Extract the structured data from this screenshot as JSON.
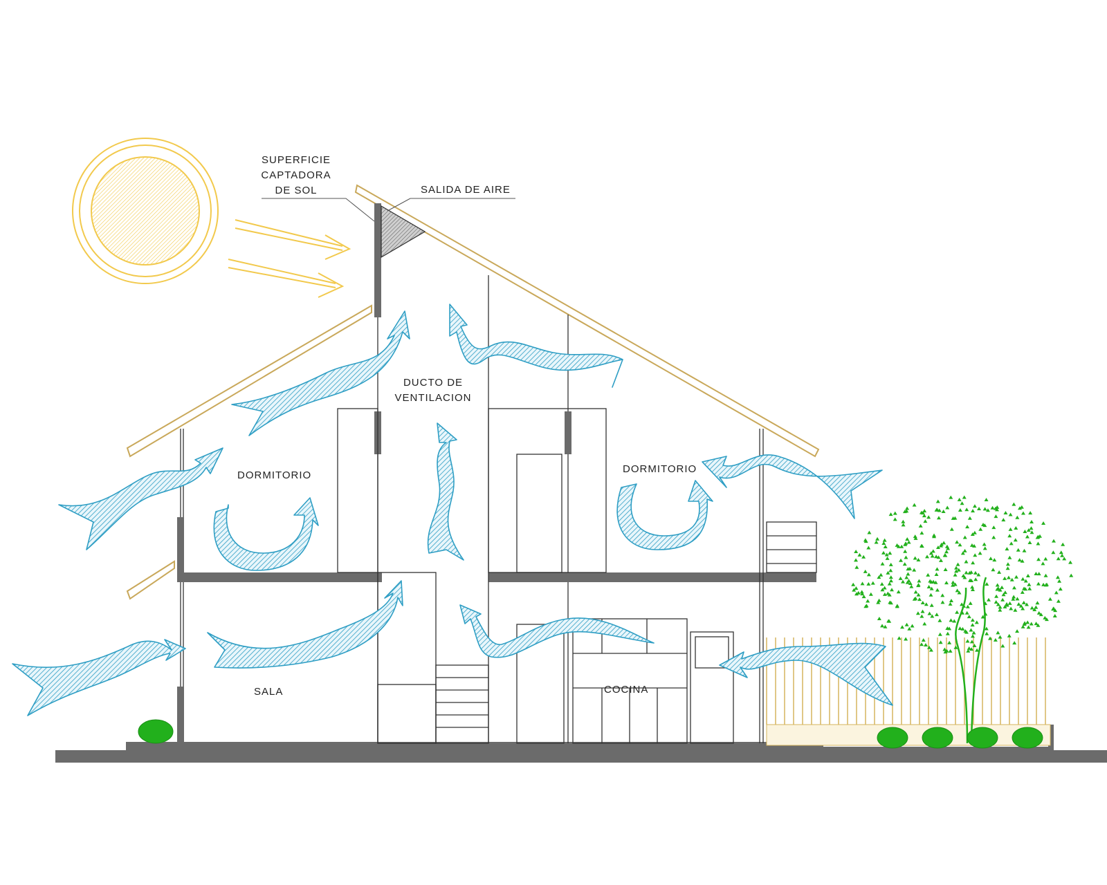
{
  "labels": {
    "superficie": [
      "SUPERFICIE",
      "CAPTADORA",
      "DE SOL"
    ],
    "salida": "SALIDA DE AIRE",
    "ducto": [
      "DUCTO DE",
      "VENTILACION"
    ],
    "dorm_left": "DORMITORIO",
    "dorm_right": "DORMITORIO",
    "sala": "SALA",
    "cocina": "COCINA"
  },
  "colors": {
    "airflow": "#2e9ec4",
    "sun": "#f2c94c",
    "roof": "#c9a85a",
    "wall": "#6b6b6b",
    "line": "#333333",
    "tree": "#22b01c",
    "fence": "#d6b45e"
  },
  "icons": [
    "sun-icon",
    "airflow-arrow",
    "tree-icon",
    "shrub-icon"
  ]
}
